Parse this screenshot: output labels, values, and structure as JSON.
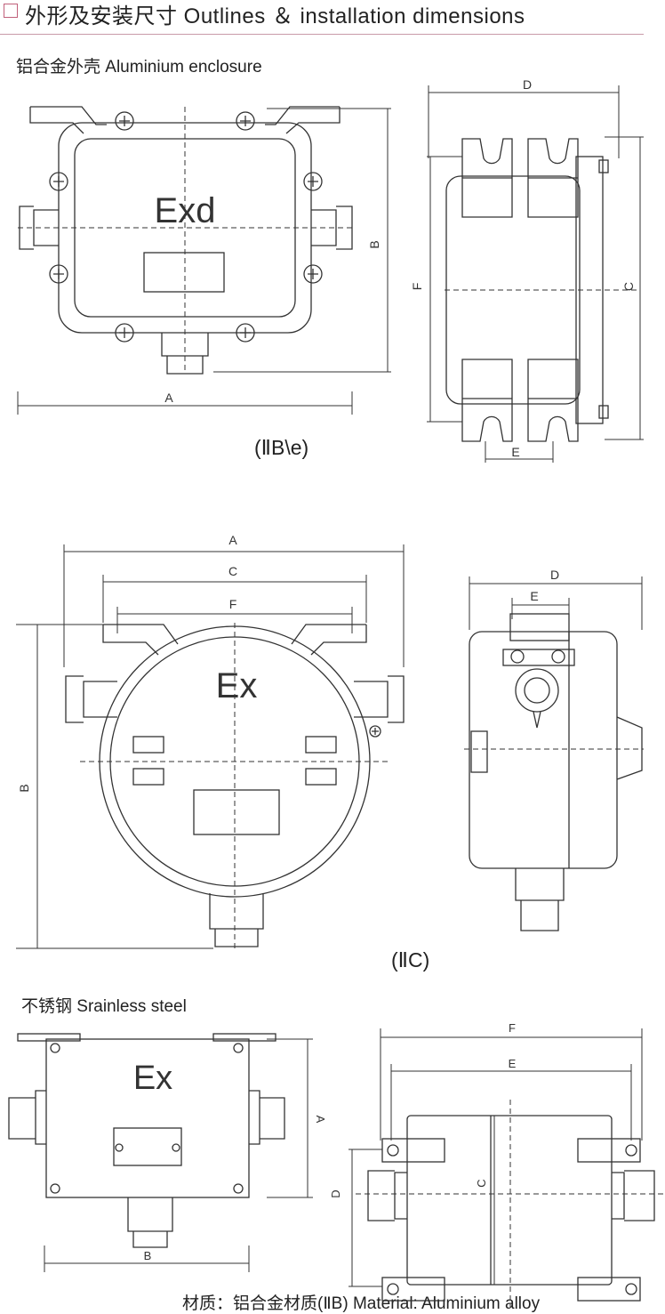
{
  "header": {
    "title": "外形及安装尺寸 Outlines ＆ installation dimensions"
  },
  "section_aluminium": {
    "label": "铝合金外壳  Aluminium enclosure"
  },
  "section_stainless": {
    "label": "不锈钢  Srainless steel"
  },
  "drawing1": {
    "mark": "Exd",
    "dims": {
      "a": "A",
      "b": "B",
      "c": "C",
      "d": "D",
      "e": "E",
      "f": "F"
    },
    "caption": "(ⅡB\\e)"
  },
  "drawing2": {
    "mark": "Ex",
    "dims": {
      "a": "A",
      "b": "B",
      "c": "C",
      "d": "D",
      "e": "E",
      "f": "F"
    },
    "caption": "(ⅡC)"
  },
  "drawing3": {
    "mark": "Ex",
    "dims": {
      "a": "A",
      "b": "B",
      "c": "C",
      "d": "D",
      "e": "E",
      "f": "F"
    }
  },
  "footer": {
    "material": "材质：铝合金材质(ⅡB)  Material: Aluminium alloy"
  },
  "colors": {
    "line": "#333333",
    "accent": "#c0607a"
  }
}
